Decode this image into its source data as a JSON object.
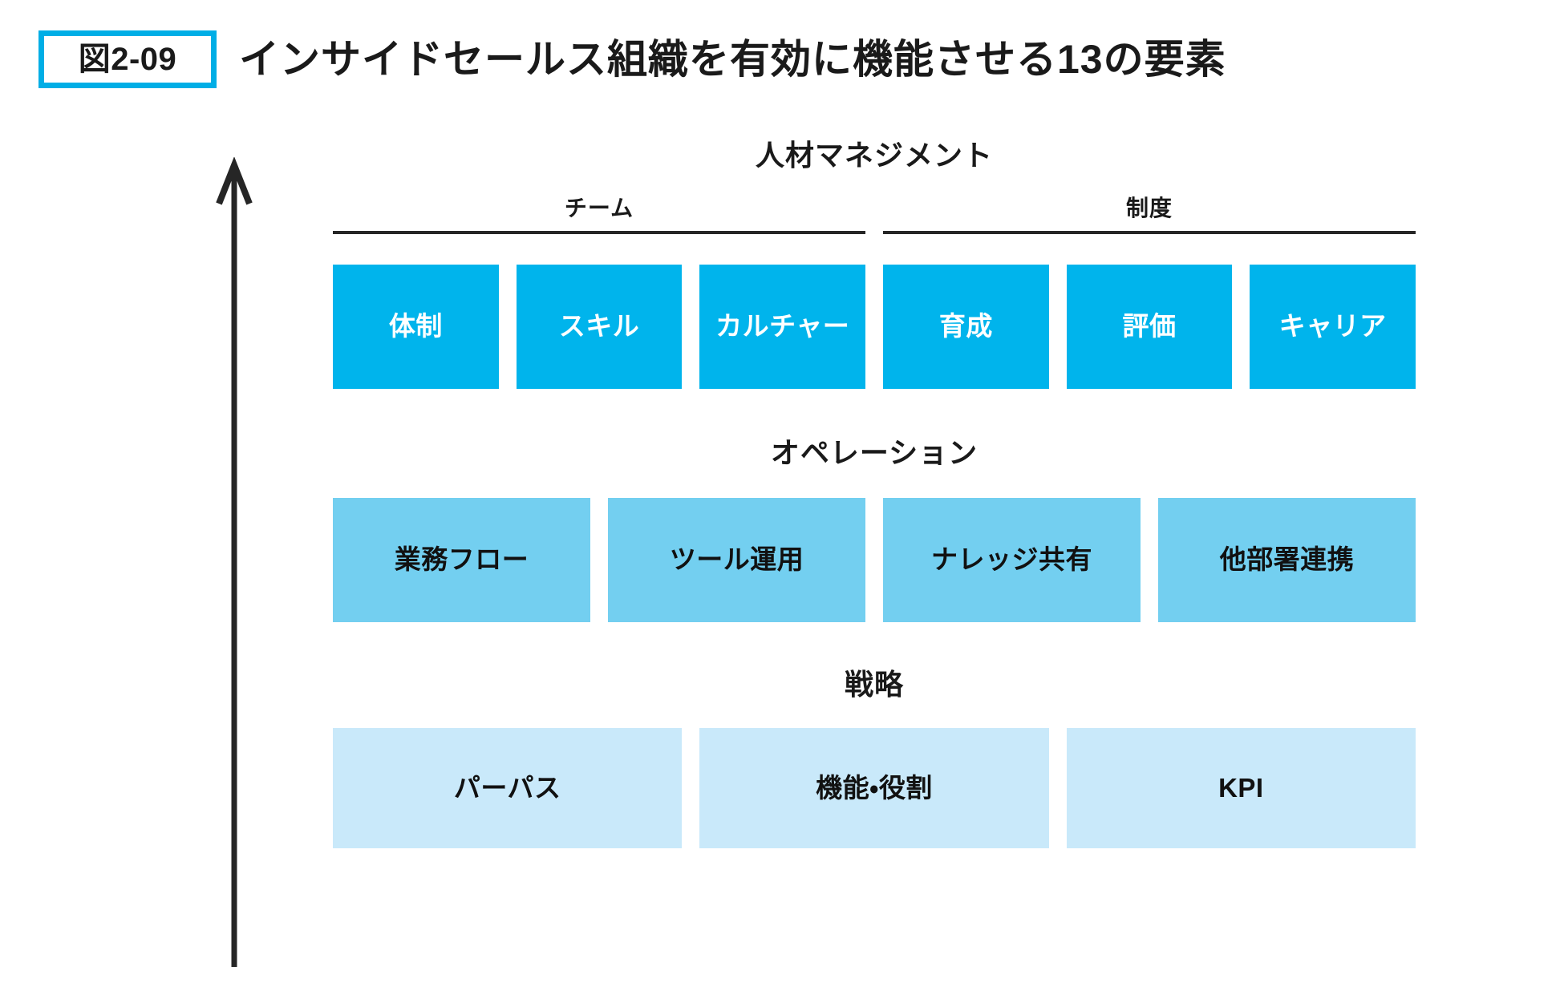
{
  "header": {
    "badge_label": "図2-09",
    "title": "インサイドセールス組織を有効に機能させる13の要素"
  },
  "axis": {
    "icon": "up-arrow-icon",
    "direction": "up"
  },
  "colors": {
    "accent": "#00AEE6",
    "tier_hr_fill": "#00B4EC",
    "tier_ops_fill": "#73CFF0",
    "tier_strategy_fill": "#C9E9FA",
    "rule": "#262626",
    "text_dark": "#111111",
    "text_light": "#FFFFFF",
    "background": "#FFFFFF"
  },
  "tiers": [
    {
      "id": "hr-management",
      "heading": "人材マネジメント",
      "groups": [
        {
          "label": "チーム",
          "items": [
            {
              "label": "体制"
            },
            {
              "label": "スキル"
            },
            {
              "label": "カルチャー"
            }
          ]
        },
        {
          "label": "制度",
          "items": [
            {
              "label": "育成"
            },
            {
              "label": "評価"
            },
            {
              "label": "キャリア"
            }
          ]
        }
      ]
    },
    {
      "id": "operation",
      "heading": "オペレーション",
      "items": [
        {
          "label": "業務フロー"
        },
        {
          "label": "ツール運用"
        },
        {
          "label": "ナレッジ共有"
        },
        {
          "label": "他部署連携"
        }
      ]
    },
    {
      "id": "strategy",
      "heading": "戦略",
      "items": [
        {
          "label": "パーパス"
        },
        {
          "label": "機能・役割"
        },
        {
          "label": "KPI"
        }
      ]
    }
  ],
  "summary": {
    "total_elements": 13
  }
}
